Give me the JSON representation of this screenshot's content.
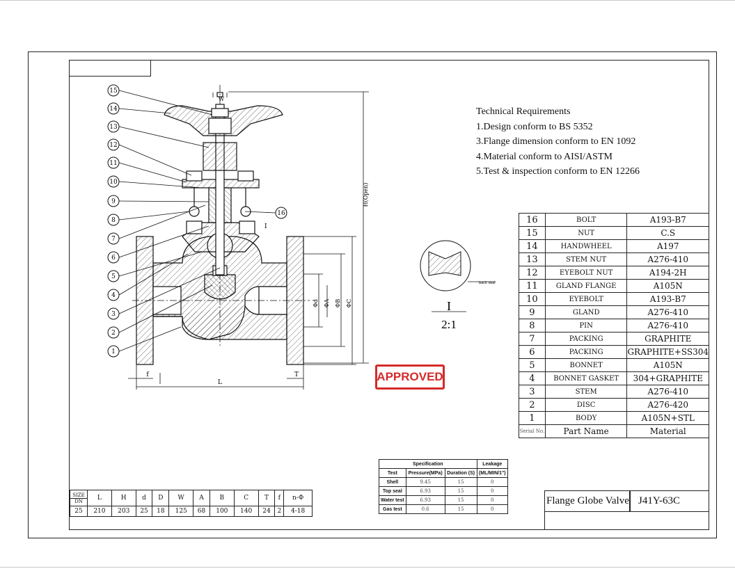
{
  "technical_requirements": {
    "heading": "Technical Requirements",
    "lines": [
      "1.Design conform to BS 5352",
      "3.Flange dimension conform to EN 1092",
      "4.Material conform to AISI/ASTM",
      "5.Test & inspection conform to EN 12266"
    ]
  },
  "parts_list": {
    "header": {
      "serial": "Serial No.",
      "part": "Part Name",
      "material": "Material"
    },
    "rows": [
      {
        "no": "16",
        "part": "BOLT",
        "material": "A193-B7"
      },
      {
        "no": "15",
        "part": "NUT",
        "material": "C.S"
      },
      {
        "no": "14",
        "part": "HANDWHEEL",
        "material": "A197"
      },
      {
        "no": "13",
        "part": "STEM NUT",
        "material": "A276-410"
      },
      {
        "no": "12",
        "part": "EYEBOLT NUT",
        "material": "A194-2H"
      },
      {
        "no": "11",
        "part": "GLAND FLANGE",
        "material": "A105N"
      },
      {
        "no": "10",
        "part": "EYEBOLT",
        "material": "A193-B7"
      },
      {
        "no": "9",
        "part": "GLAND",
        "material": "A276-410"
      },
      {
        "no": "8",
        "part": "PIN",
        "material": "A276-410"
      },
      {
        "no": "7",
        "part": "PACKING",
        "material": "GRAPHITE"
      },
      {
        "no": "6",
        "part": "PACKING",
        "material": "GRAPHITE+SS304"
      },
      {
        "no": "5",
        "part": "BONNET",
        "material": "A105N"
      },
      {
        "no": "4",
        "part": "BONNET GASKET",
        "material": "304+GRAPHITE"
      },
      {
        "no": "3",
        "part": "STEM",
        "material": "A276-410"
      },
      {
        "no": "2",
        "part": "DISC",
        "material": "A276-420"
      },
      {
        "no": "1",
        "part": "BODY",
        "material": "A105N+STL"
      }
    ]
  },
  "dimensions_table": {
    "size_label": "SIZE",
    "dn_label": "DN",
    "headers": [
      "L",
      "H",
      "d",
      "D",
      "W",
      "A",
      "B",
      "C",
      "T",
      "f",
      "n-Φ"
    ],
    "size_value": "25",
    "values": [
      "210",
      "203",
      "25",
      "18",
      "125",
      "68",
      "100",
      "140",
      "24",
      "2",
      "4-18"
    ]
  },
  "specification_table": {
    "spec_header": "Specification",
    "leakage_header": "Leakage",
    "col_test": "Test",
    "col_pressure": "Pressure(MPa)",
    "col_duration": "Duration (S)",
    "col_leak_unit": "(ML/MIN/1\")",
    "rows": [
      {
        "test": "Shell",
        "pressure": "9.45",
        "duration": "15",
        "leakage": "0"
      },
      {
        "test": "Top seal",
        "pressure": "6.93",
        "duration": "15",
        "leakage": "0"
      },
      {
        "test": "Water test",
        "pressure": "6.93",
        "duration": "15",
        "leakage": "0"
      },
      {
        "test": "Gas test",
        "pressure": "0.6",
        "duration": "15",
        "leakage": "0"
      }
    ]
  },
  "stamp": {
    "text": "APPROVED",
    "color": "#d52a2a"
  },
  "title_block": {
    "name": "Flange Globe Valve",
    "model": "J41Y-63C"
  },
  "detail_view": {
    "label": "I",
    "scale": "2:1",
    "callout": "back seal"
  },
  "drawing_labels": {
    "balloons": [
      "15",
      "14",
      "13",
      "12",
      "11",
      "10",
      "9",
      "8",
      "7",
      "6",
      "5",
      "4",
      "3",
      "2",
      "1"
    ],
    "balloon_16": "16",
    "dim_W": "W",
    "dim_H": "H(Open)",
    "dim_L": "L",
    "dim_f": "f",
    "dim_T": "T",
    "dim_d": "Φd",
    "dim_A": "ΦA",
    "dim_B": "ΦB",
    "dim_C": "ΦC",
    "section_mark": "I"
  }
}
